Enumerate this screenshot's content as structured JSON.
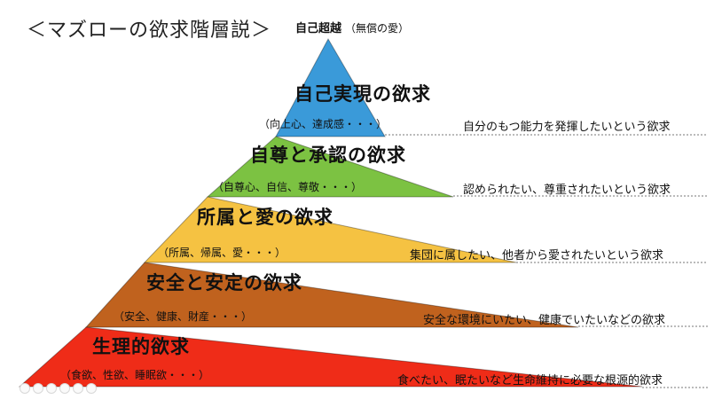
{
  "title": "＜マズローの欲求階層説＞",
  "top_label": {
    "main": "自己超越",
    "sub": "（無償の愛）"
  },
  "layers": [
    {
      "title": "自己実現の欲求",
      "sub": "（向上心、達成感・・・）",
      "desc": "自分のもつ能力を発揮したいという欲求",
      "color": "#3a9ad9"
    },
    {
      "title": "自尊と承認の欲求",
      "sub": "（自尊心、自信、尊敬・・・）",
      "desc": "認められたい、尊重されたいという欲求",
      "color": "#7cc242"
    },
    {
      "title": "所属と愛の欲求",
      "sub": "（所属、帰属、愛・・・）",
      "desc": "集団に属したい、他者から愛されたいという欲求",
      "color": "#f5c242"
    },
    {
      "title": "安全と安定の欲求",
      "sub": "（安全、健康、財産・・・）",
      "desc": "安全な環境にいたい、健康でいたいなどの欲求",
      "color": "#c0621e"
    },
    {
      "title": "生理的欲求",
      "sub": "（食欲、性欲、睡眠欲・・・）",
      "desc": "食べたい、眠たいなど生命維持に必要な根源的欲求",
      "color": "#ef2c18"
    }
  ]
}
